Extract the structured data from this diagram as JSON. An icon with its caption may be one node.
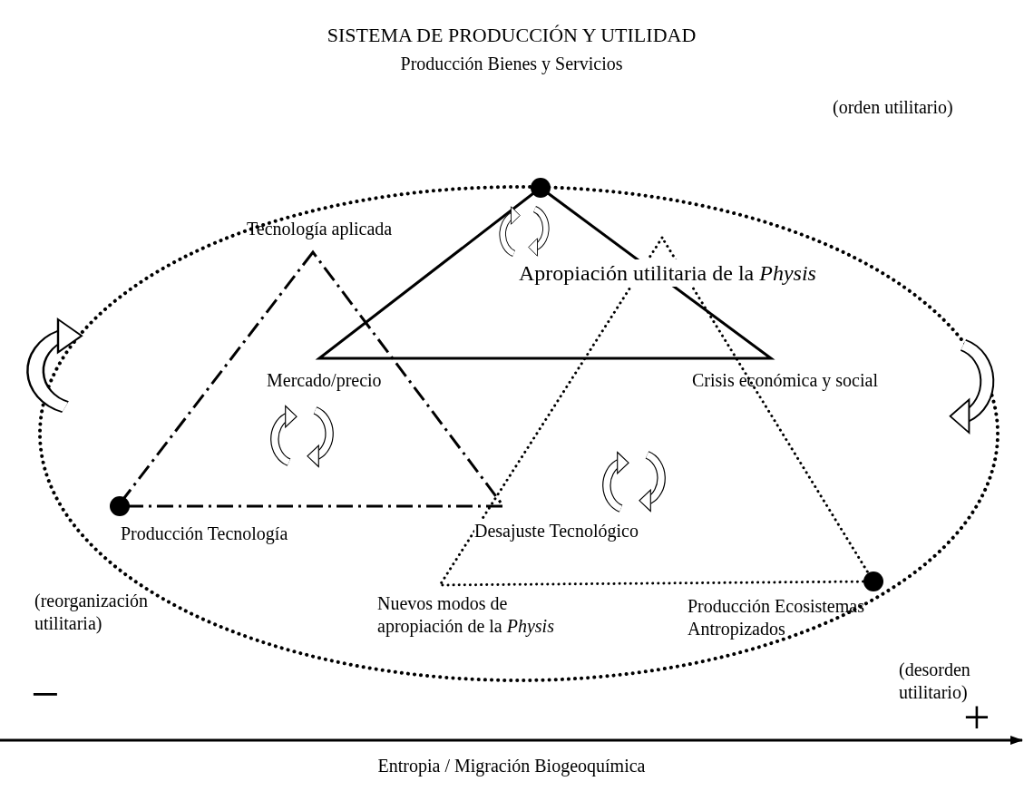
{
  "diagram": {
    "title": "SISTEMA DE PRODUCCIÓN Y UTILIDAD",
    "labels": [
      "Producción Bienes y Servicios",
      "(orden utilitario)",
      "Tecnología aplicada",
      "Apropiación utilitaria de la *Physis*",
      "Mercado/precio",
      "Crisis económica y social",
      "Producción Tecnología",
      "Desajuste Tecnológico",
      "(reorganización utilitaria)",
      "Nuevos modos de apropiación de la *Physis*",
      "Producción Ecosistemas Antropizados",
      "(desorden utilitario)",
      "−",
      "+",
      "Entropia / Migración Biogeoquímica"
    ]
  }
}
